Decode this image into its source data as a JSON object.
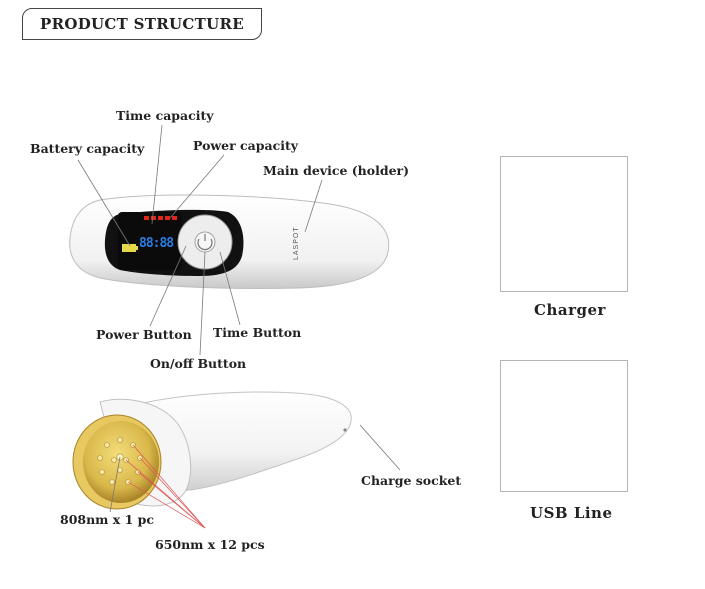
{
  "title": "PRODUCT STRUCTURE",
  "device": {
    "brand": "LASPOT",
    "display_digits": "88:88"
  },
  "labels": {
    "time_capacity": "Time capacity",
    "battery_capacity": "Battery capacity",
    "power_capacity": "Power capacity",
    "main_device": "Main device (holder)",
    "power_button": "Power Button",
    "time_button": "Time Button",
    "onoff_button": "On/off Button",
    "charge_socket": "Charge socket",
    "laser_808": "808nm x 1 pc",
    "laser_650": "650nm x 12 pcs"
  },
  "accessories": {
    "charger": "Charger",
    "usb_line": "USB Line"
  },
  "colors": {
    "display_red": "#e0261b",
    "display_blue": "#2a7be4",
    "battery_yellow": "#e5d94a",
    "probe_gold": "#d9b84a"
  }
}
